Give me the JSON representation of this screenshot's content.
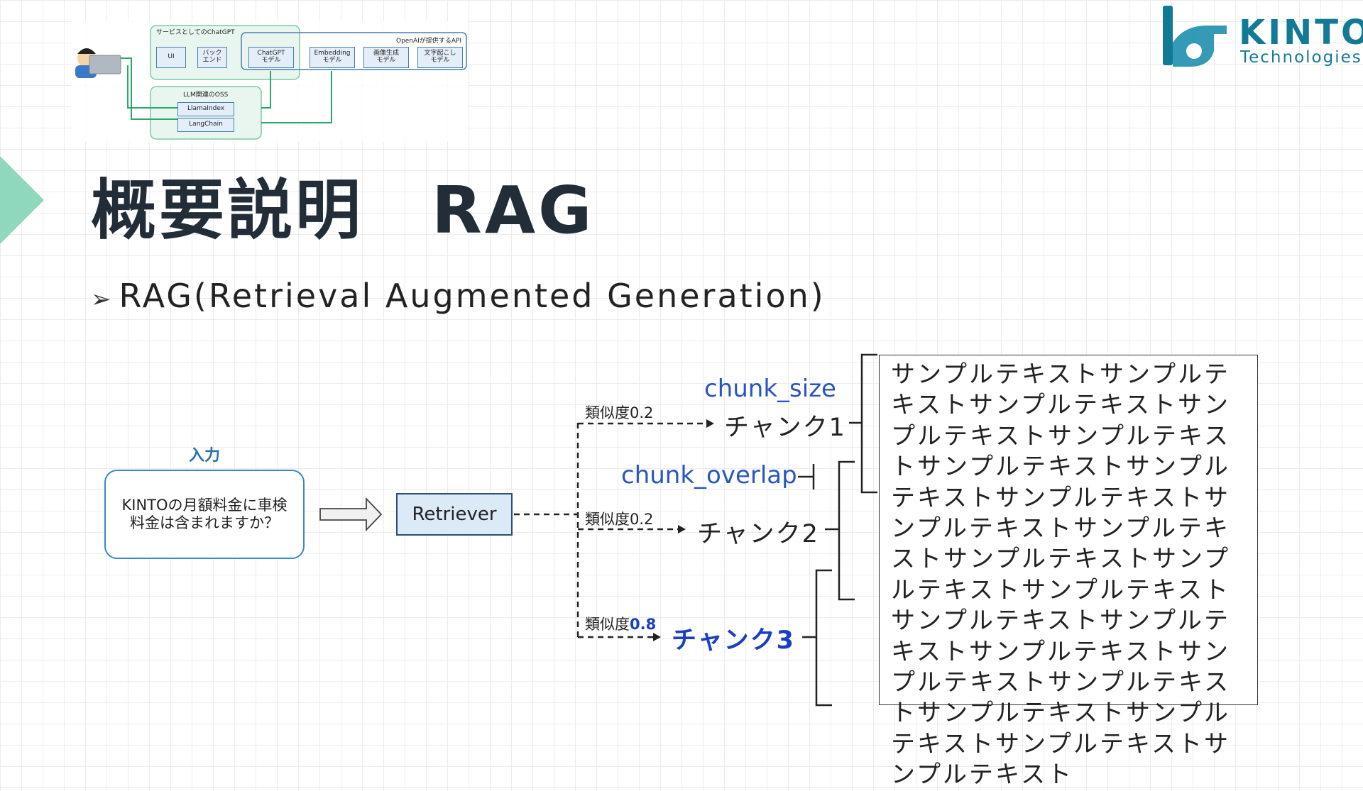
{
  "slide": {
    "title": "概要説明　RAG",
    "subtitle": "RAG(Retrieval Augmented Generation)",
    "bullet": "➢"
  },
  "logo": {
    "name": "KINTO",
    "sub": "Technologies",
    "color": "#137a96"
  },
  "mini_diagram": {
    "service_group": "サービスとしてのChatGPT",
    "api_group": "OpenAIが提供するAPI",
    "oss_group": "LLM関連のOSS",
    "boxes": {
      "ui": "UI",
      "backend": "バック\nエンド",
      "chatgpt": "ChatGPT\nモデル",
      "embedding": "Embedding\nモデル",
      "image": "画像生成\nモデル",
      "speech": "文字起こし\nモデル",
      "llamaindex": "LlamaIndex",
      "langchain": "LangChain"
    }
  },
  "diagram": {
    "input_label": "入力",
    "input_text": "KINTOの月額料金に車検料金は含まれますか？",
    "retriever": "Retriever",
    "similarity": [
      {
        "label": "類似度",
        "value": "0.2"
      },
      {
        "label": "類似度",
        "value": "0.2"
      },
      {
        "label": "類似度",
        "value": "0.8"
      }
    ],
    "chunks": [
      "チャンク1",
      "チャンク2",
      "チャンク3"
    ],
    "chunk_size_label": "chunk_size",
    "chunk_overlap_label": "chunk_overlap",
    "sample_text": "サンプルテキストサンプルテキストサンプルテキストサンプルテキストサンプルテキストサンプルテキストサンプルテキストサンプルテキストサンプルテキストサンプルテキストサンプルテキストサンプルテキストサンプルテキストサンプルテキストサンプルテキストサンプルテキストサンプルテキストサンプルテキストサンプルテキストサンプルテキストサンプルテキストサンプルテキスト"
  },
  "colors": {
    "highlight": "#1a3fc4",
    "accent_green": "#8fd8bd",
    "title": "#222d38"
  }
}
